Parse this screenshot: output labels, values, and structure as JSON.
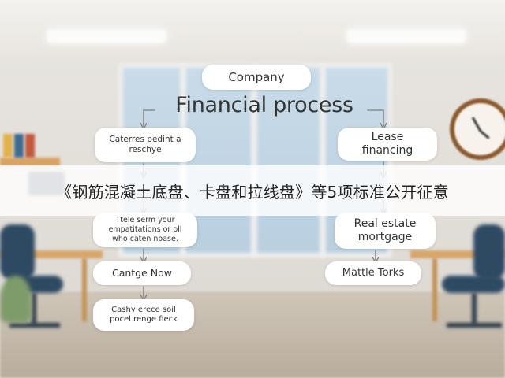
{
  "diagram": {
    "company": "Company",
    "title": "Financial process",
    "left_steps": [
      "Caterres pedint a\nreschye",
      "Ttele serm your\nempatitations or oll\nwho caten noase.",
      "Cantge Now",
      "Cashy erece soil\npocel renge fieck"
    ],
    "right_steps": [
      "Lease\nfinancing",
      "Real estate\nmortgage",
      "Mattle Torks"
    ]
  },
  "banner": {
    "caption": "《钢筋混凝土底盘、卡盘和拉线盘》等5项标准公开征意"
  },
  "colors": {
    "box": "#ffffff",
    "text": "#333333",
    "connector": "#8a8a8a",
    "banner_bg": "#ffffff"
  }
}
